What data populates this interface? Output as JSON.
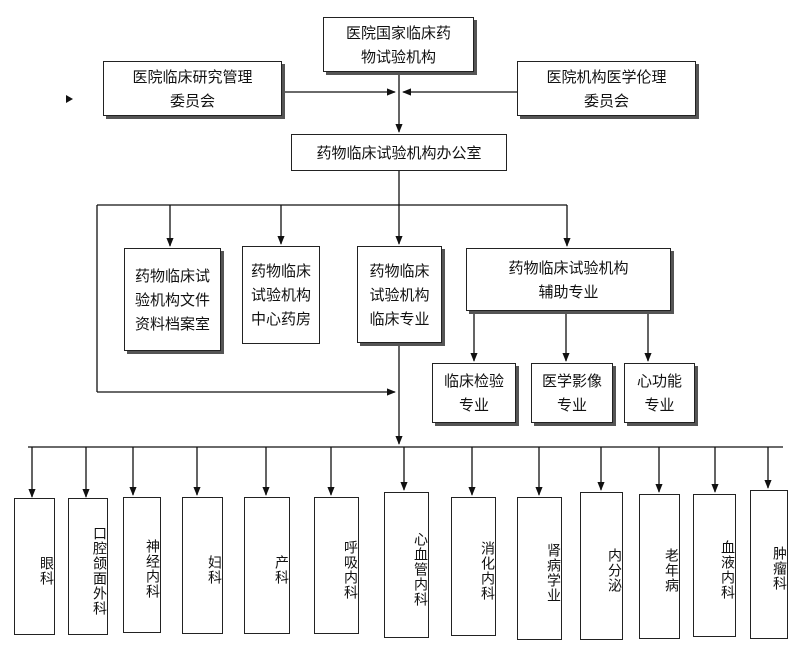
{
  "nodes": {
    "top": "医院国家临床药\n物试验机构",
    "research_committee": "医院临床研究管理\n委员会",
    "ethics_committee": "医院机构医学伦理\n委员会",
    "office": "药物临床试验机构办公室",
    "archive": "药物临床试\n验机构文件\n资料档案室",
    "pharmacy": "药物临床\n试验机构\n中心药房",
    "clinical": "药物临床\n试验机构\n临床专业",
    "auxiliary": "药物临床试验机构\n辅助专业"
  },
  "auxiliary_units": [
    {
      "key": "lab",
      "label": "临床检验\n专业"
    },
    {
      "key": "imaging",
      "label": "医学影像\n专业"
    },
    {
      "key": "cardiac",
      "label": "心功能\n专业"
    }
  ],
  "departments": [
    {
      "key": "ophthalmology",
      "label": "眼科"
    },
    {
      "key": "oral",
      "label": "口腔颌面外科"
    },
    {
      "key": "neurology",
      "label": "神经内科"
    },
    {
      "key": "gynecology",
      "label": "妇科"
    },
    {
      "key": "obstetrics",
      "label": "产科"
    },
    {
      "key": "respiratory",
      "label": "呼吸内科"
    },
    {
      "key": "cardiology",
      "label": "心血管内科"
    },
    {
      "key": "gastro",
      "label": "消化内科"
    },
    {
      "key": "nephrology",
      "label": "肾病学业"
    },
    {
      "key": "endocrinology",
      "label": "内分泌"
    },
    {
      "key": "geriatrics",
      "label": "老年病"
    },
    {
      "key": "hematology",
      "label": "血液内科"
    },
    {
      "key": "oncology",
      "label": "肿瘤科"
    }
  ]
}
